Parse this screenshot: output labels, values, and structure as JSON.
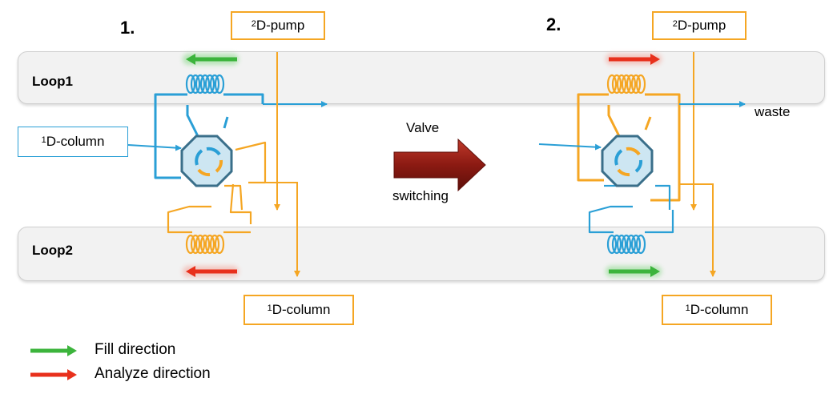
{
  "steps": {
    "step1": "1.",
    "step2": "2."
  },
  "loops": {
    "loop1": "Loop1",
    "loop2": "Loop2"
  },
  "boxes": {
    "pump_sup": "2",
    "pump_text": "D-pump",
    "column_sup": "1",
    "column_text": "D-column"
  },
  "labels": {
    "valve": "Valve",
    "switching": "switching",
    "waste": "waste"
  },
  "legend": {
    "fill": "Fill direction",
    "analyze": "Analyze direction"
  },
  "colors": {
    "blue": "#2a9fd6",
    "orange": "#f5a623",
    "green": "#3cb43c",
    "red": "#e8301c",
    "valve_arrow": "#8b1a12",
    "valve_body": "#cde6f2"
  }
}
